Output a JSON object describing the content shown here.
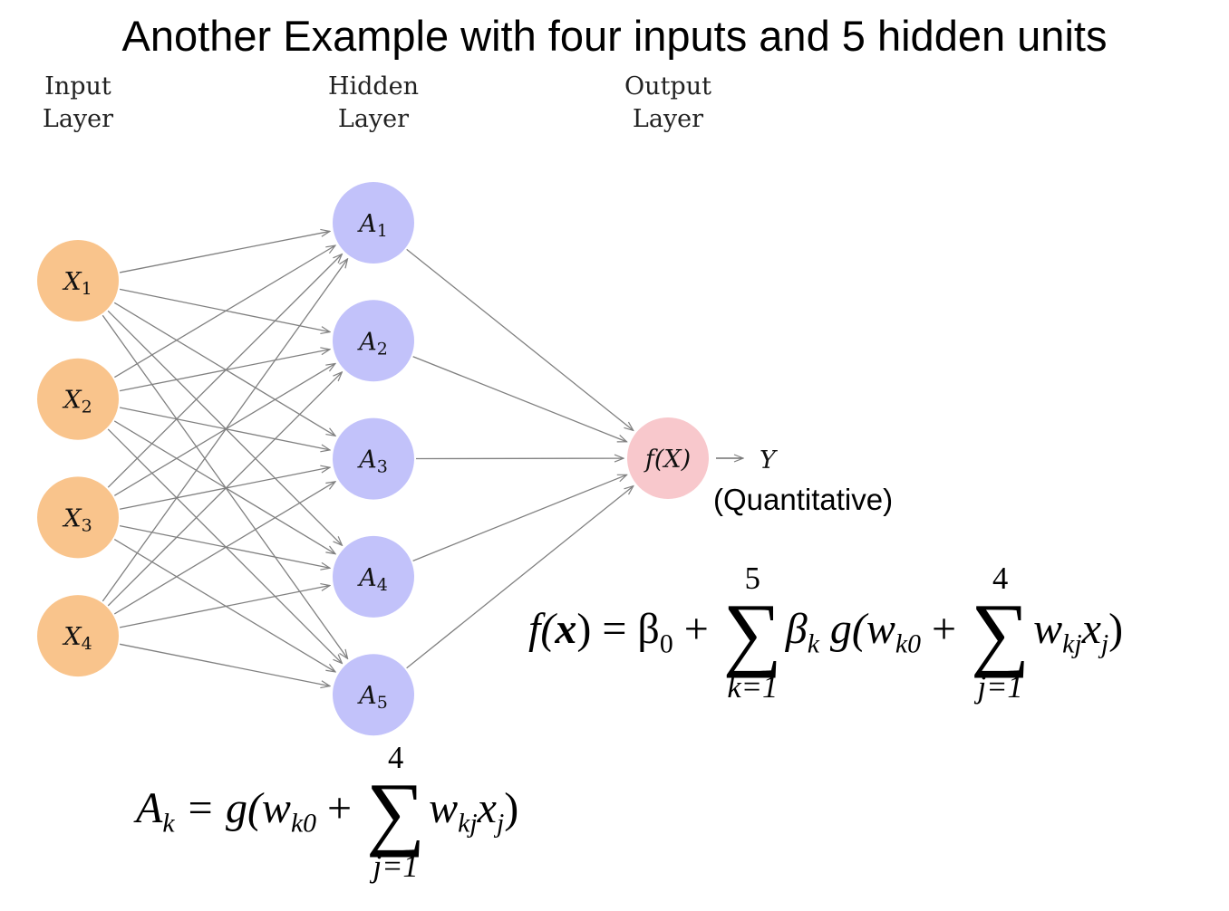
{
  "title": "Another Example with four inputs and 5 hidden units",
  "layers": {
    "input": {
      "line1": "Input",
      "line2": "Layer"
    },
    "hidden": {
      "line1": "Hidden",
      "line2": "Layer"
    },
    "output": {
      "line1": "Output",
      "line2": "Layer"
    }
  },
  "colors": {
    "input_node": "#f9c48c",
    "hidden_node": "#c2c2fa",
    "output_node": "#f8c8cc",
    "edge": "#808080"
  },
  "input_nodes": [
    {
      "name": "X",
      "sub": "1"
    },
    {
      "name": "X",
      "sub": "2"
    },
    {
      "name": "X",
      "sub": "3"
    },
    {
      "name": "X",
      "sub": "4"
    }
  ],
  "hidden_nodes": [
    {
      "name": "A",
      "sub": "1"
    },
    {
      "name": "A",
      "sub": "2"
    },
    {
      "name": "A",
      "sub": "3"
    },
    {
      "name": "A",
      "sub": "4"
    },
    {
      "name": "A",
      "sub": "5"
    }
  ],
  "output_node": {
    "label": "f(X)",
    "target": "Y",
    "note": "(Quantitative)"
  },
  "equations": {
    "output": {
      "lhs": "f(",
      "bold_x": "x",
      "rhs_start": ") = β",
      "beta0_sub": "0",
      "plus": " + ",
      "sum1_top": "5",
      "sum1_bot": "k=1",
      "beta": "β",
      "beta_sub": "k",
      "g_open": " g(w",
      "w_sub": "k0",
      "plus2": " + ",
      "sum2_top": "4",
      "sum2_bot": "j=1",
      "w": "w",
      "wkj_sub": "kj",
      "x": "x",
      "x_sub": "j",
      "close": ")"
    },
    "hidden": {
      "A": "A",
      "A_sub": "k",
      "eq": " = g(w",
      "w_sub": "k0",
      "plus": " + ",
      "sum_top": "4",
      "sum_bot": "j=1",
      "w": "w",
      "wkj_sub": "kj",
      "x": "x",
      "x_sub": "j",
      "close": ")"
    }
  }
}
